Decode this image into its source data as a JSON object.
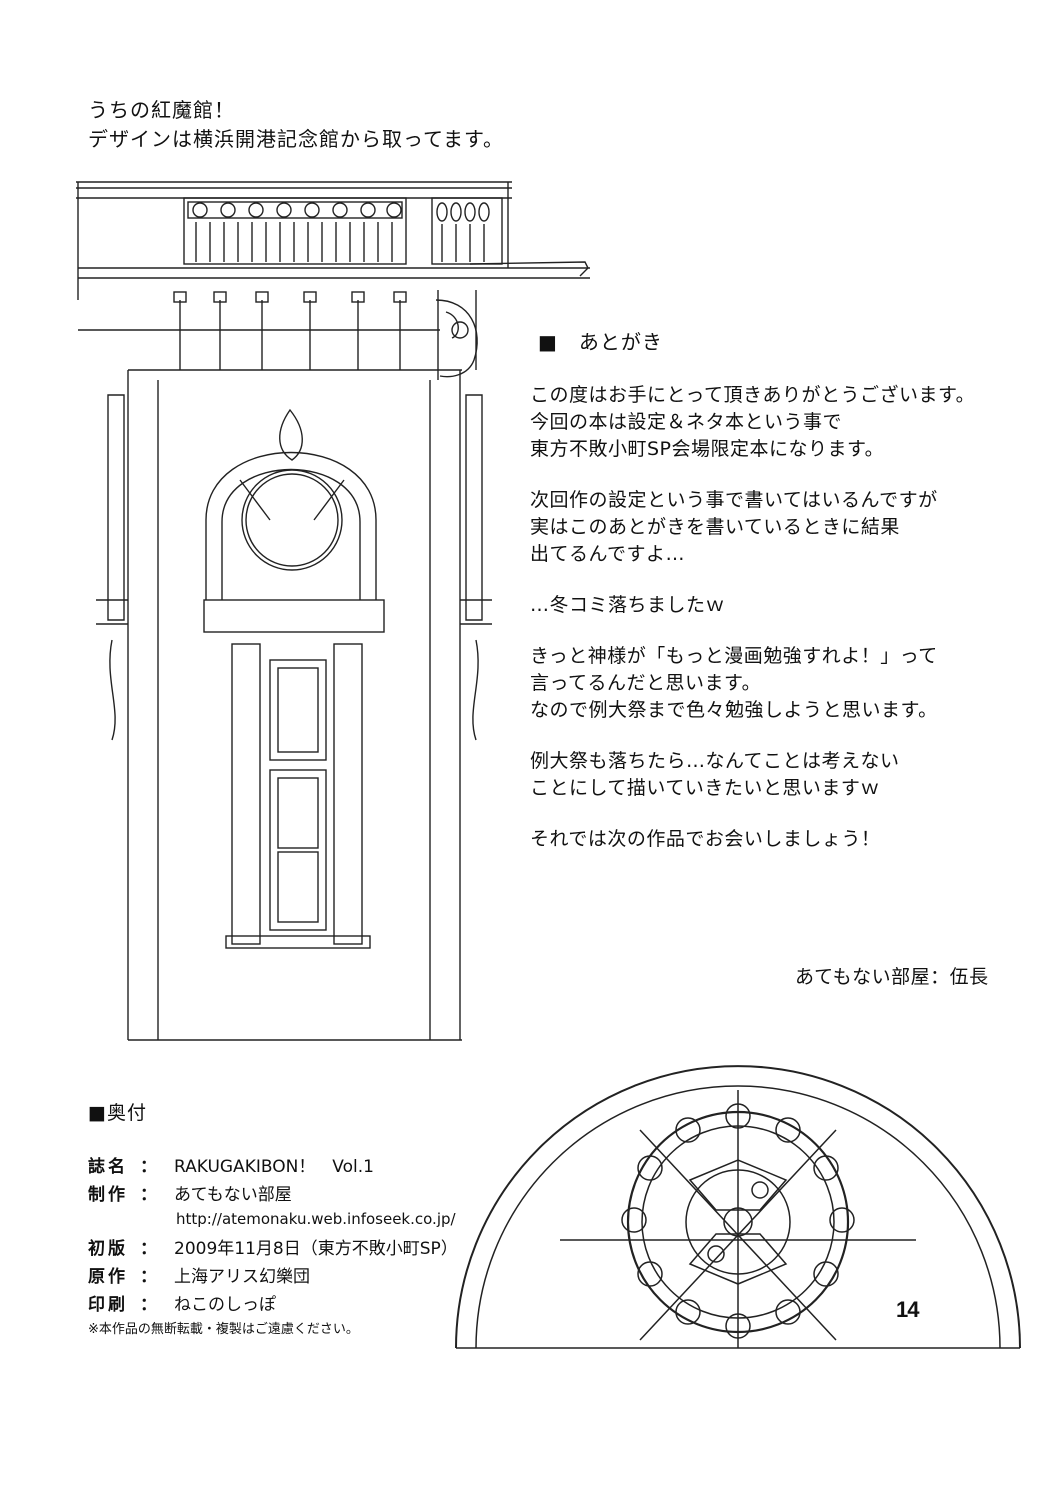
{
  "caption": {
    "line1": "うちの紅魔館！",
    "line2": "デザインは横浜開港記念館から取ってます。"
  },
  "afterword": {
    "heading": "■　あとがき",
    "paragraphs": [
      [
        "この度はお手にとって頂きありがとうございます。",
        "今回の本は設定＆ネタ本という事で",
        "東方不敗小町SP会場限定本になります。"
      ],
      [
        "次回作の設定という事で書いてはいるんですが",
        "実はこのあとがきを書いているときに結果",
        "出てるんですよ…"
      ],
      [
        "…冬コミ落ちましたｗ"
      ],
      [
        "きっと神様が「もっと漫画勉強すれよ！」って",
        "言ってるんだと思います。",
        "なので例大祭まで色々勉強しようと思います。"
      ],
      [
        "例大祭も落ちたら…なんてことは考えない",
        "ことにして描いていきたいと思いますｗ"
      ],
      [
        "それでは次の作品でお会いしましょう！"
      ]
    ],
    "signature": "あてもない部屋：伍長"
  },
  "colophon": {
    "heading": "■奥付",
    "rows": [
      {
        "label": "誌名",
        "colon": "：",
        "value": "RAKUGAKIBON！　Vol.1"
      },
      {
        "label": "制作",
        "colon": "：",
        "value": "あてもない部屋"
      },
      {
        "label": "初版",
        "colon": "：",
        "value": "2009年11月8日（東方不敗小町SP）"
      },
      {
        "label": "原作",
        "colon": "：",
        "value": "上海アリス幻樂団"
      },
      {
        "label": "印刷",
        "colon": "：",
        "value": "ねこのしっぽ"
      }
    ],
    "url": "http://atemonaku.web.infoseek.co.jp/",
    "notice": "※本作品の無断転載・複製はご遠慮ください。"
  },
  "page_number": "14"
}
